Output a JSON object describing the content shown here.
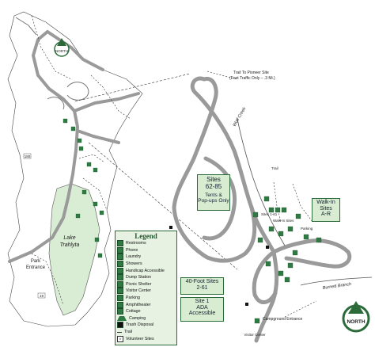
{
  "labels": {
    "trail_to_pioneer": "Trail To Pioneer Site",
    "foot_traffic": "(Foot Traffic Only – .3 Mi.)",
    "wolf_creek": "Wolf Creek",
    "burnett_branch": "Burnett Branch",
    "lake_line1": "Lake",
    "lake_line2": "Trahlyta",
    "park_entrance_line1": "Park",
    "park_entrance_line2": "Entrance",
    "campground_entrance": "Campground Entrance",
    "visitor_center": "Visitor Center",
    "walk_in_sites_small": "Walk-In Sites",
    "trail": "Trail",
    "sites_1_61_small": "Sites 1-61",
    "parking_small": "Parking",
    "north_small": "NORTH",
    "north_big": "NORTH",
    "road_180": "180",
    "road_19": "19"
  },
  "callouts": {
    "sites_62_85": {
      "line1": "Sites",
      "line2": "62-85",
      "line3": "Tents &",
      "line4": "Pop-ups Only"
    },
    "walk_in_sites": {
      "line1": "Walk-In",
      "line2": "Sites",
      "line3": "A-R"
    },
    "forty_foot": {
      "line1": "40-Foot Sites",
      "line2": "2-61"
    },
    "site1_ada": {
      "line1": "Site 1",
      "line2": "ADA",
      "line3": "Accessible"
    }
  },
  "legend": {
    "title": "Legend",
    "items": [
      {
        "label": "Restrooms",
        "icon": "restroom-icon"
      },
      {
        "label": "Phone",
        "icon": "phone-icon"
      },
      {
        "label": "Laundry",
        "icon": "laundry-icon"
      },
      {
        "label": "Showers",
        "icon": "shower-icon"
      },
      {
        "label": "Handicap Accessible",
        "icon": "handicap-icon"
      },
      {
        "label": "Dump Station",
        "icon": "dump-station-icon"
      },
      {
        "label": "Picnic Shelter",
        "icon": "picnic-shelter-icon"
      },
      {
        "label": "Visitor Center",
        "icon": "visitor-center-icon"
      },
      {
        "label": "Parking",
        "icon": "parking-icon"
      },
      {
        "label": "Amphitheater",
        "icon": "amphitheater-icon"
      },
      {
        "label": "Cottage",
        "icon": "cottage-icon"
      },
      {
        "label": "Camping",
        "icon": "camping-icon"
      },
      {
        "label": "Trash Disposal",
        "icon": "trash-icon"
      },
      {
        "label": "Trail",
        "icon": "trail-icon"
      },
      {
        "label": "Volunteer Sites",
        "icon": "volunteer-icon"
      }
    ]
  },
  "colors": {
    "road": "#9a9a9a",
    "water": "#d9ecd4",
    "green_icon": "#2f7a43",
    "callout_fill": "#d8ecd2"
  }
}
